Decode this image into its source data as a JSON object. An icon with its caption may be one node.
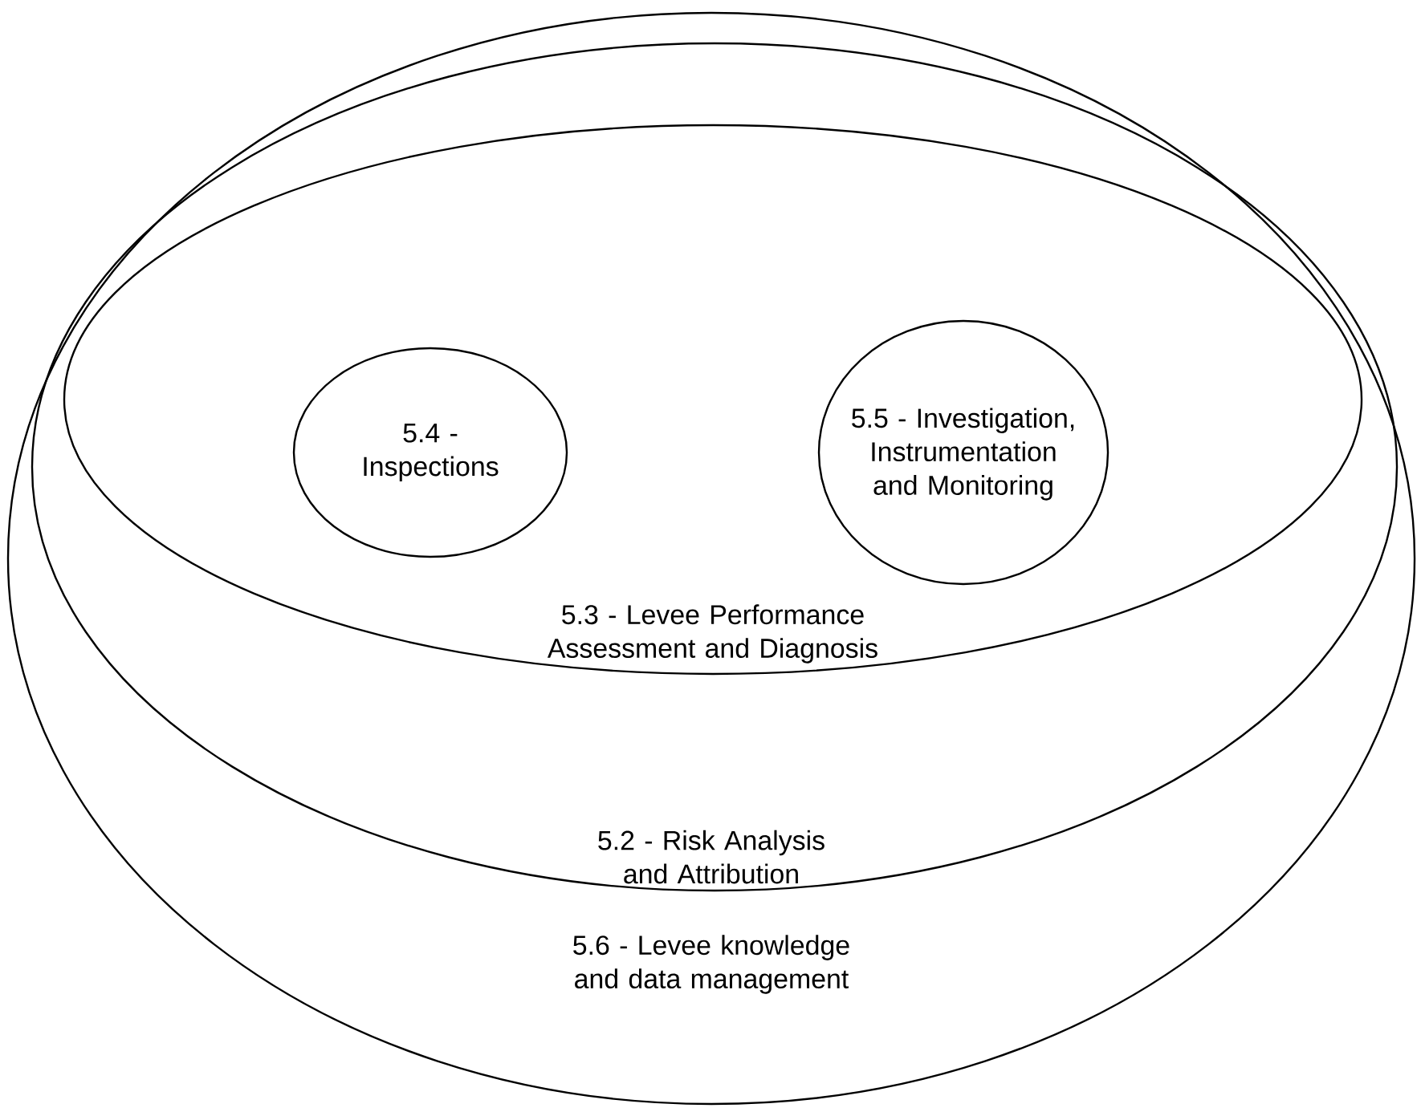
{
  "diagram": {
    "nodes": [
      {
        "text": [
          "5.6 - Levee knowledge and data management"
        ]
      },
      {
        "text": [
          "5.2 - Risk Analysis and Attribution"
        ],
        "in": 0
      },
      {
        "text": [
          "5.3 - Levee Performance Assessment and Diagnosis"
        ],
        "in": 1
      },
      {
        "text": [
          "5.4 - Inspections"
        ],
        "in": 2
      },
      {
        "text": [
          "5.5 - Investigation, Instrumentation and Monitoring"
        ],
        "in": 2
      }
    ]
  }
}
